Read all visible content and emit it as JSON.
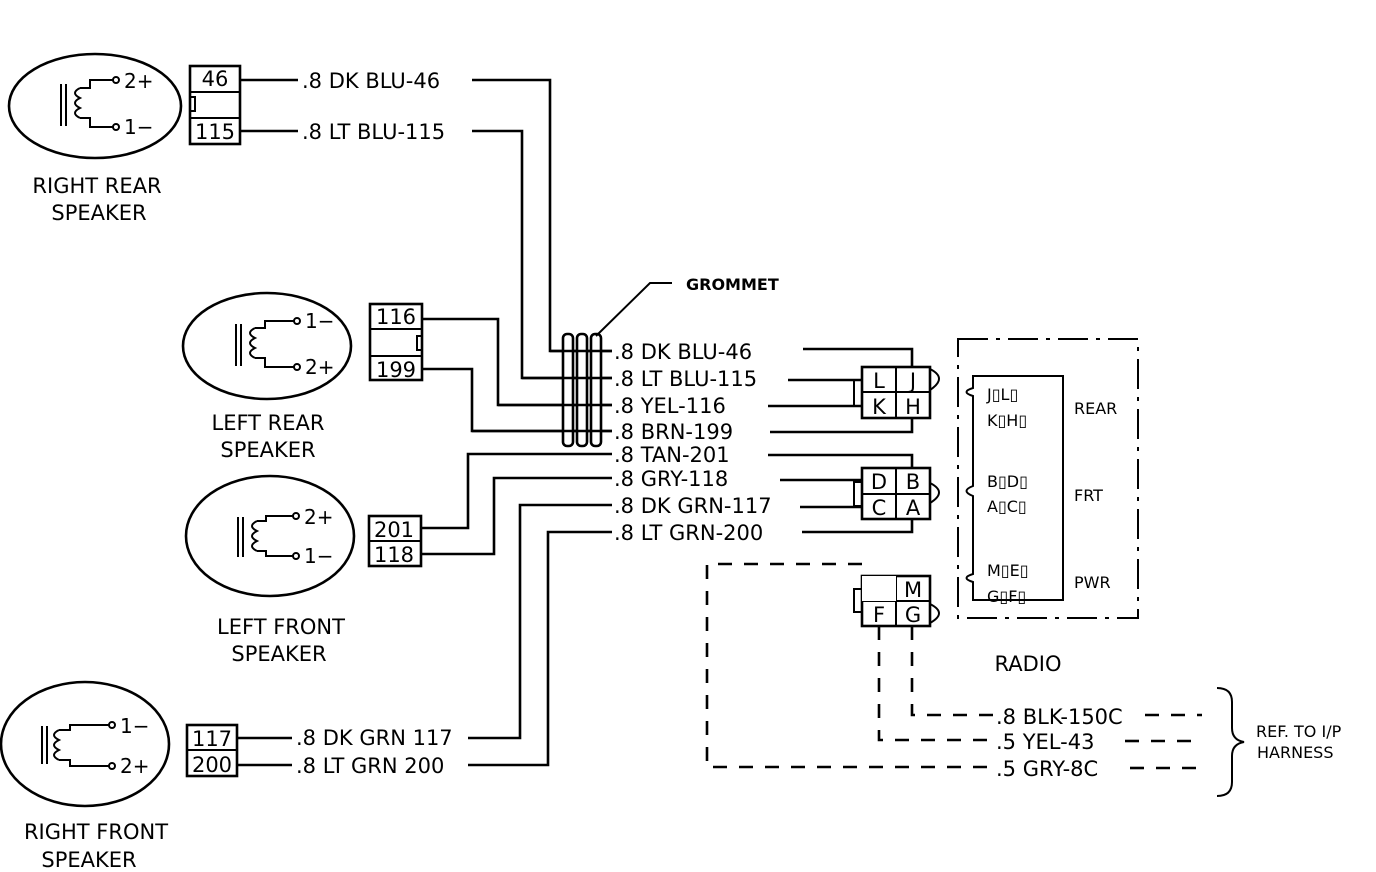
{
  "speakers": {
    "right_rear": {
      "caption_line1": "RIGHT REAR",
      "caption_line2": "SPEAKER",
      "top_term": "2+",
      "bottom_term": "1−",
      "conn_top": "46",
      "conn_bottom": "115"
    },
    "left_rear": {
      "caption_line1": "LEFT REAR",
      "caption_line2": "SPEAKER",
      "top_term": "1−",
      "bottom_term": "2+",
      "conn_top": "116",
      "conn_bottom": "199"
    },
    "left_front": {
      "caption_line1": "LEFT FRONT",
      "caption_line2": "SPEAKER",
      "top_term": "2+",
      "bottom_term": "1−",
      "conn_top": "201",
      "conn_bottom": "118"
    },
    "right_front": {
      "caption_line1": "RIGHT FRONT",
      "caption_line2": "SPEAKER",
      "top_term": "1−",
      "bottom_term": "2+",
      "conn_top": "117",
      "conn_bottom": "200"
    }
  },
  "speaker_wires": {
    "rr_top": ".8 DK BLU-46",
    "rr_bottom": ".8 LT BLU-115",
    "rf_top": ".8 DK GRN 117",
    "rf_bottom": ".8 LT GRN 200"
  },
  "grommet_label": "GROMMET",
  "harness_wires": [
    ".8 DK BLU-46",
    ".8 LT BLU-115",
    ".8 YEL-116",
    ".8 BRN-199",
    ".8 TAN-201",
    ".8 GRY-118",
    ".8 DK GRN-117",
    ".8 LT GRN-200"
  ],
  "rear_connector_pins": [
    "L",
    "J",
    "K",
    "H"
  ],
  "front_connector_pins": [
    "D",
    "B",
    "C",
    "A"
  ],
  "power_connector_pins": [
    "M",
    "F",
    "G"
  ],
  "radio": {
    "label": "RADIO",
    "rear_label": "REAR",
    "frt_label": "FRT",
    "pwr_label": "PWR",
    "pin_rows": [
      "J▯L▯",
      "K▯H▯",
      "B▯D▯",
      "A▯C▯",
      "M▯E▯",
      "G▯F▯"
    ]
  },
  "power_wires": [
    ".8 BLK-150C",
    ".5 YEL-43",
    ".5 GRY-8C"
  ],
  "ref_note_line1": "REF. TO I/P",
  "ref_note_line2": "HARNESS"
}
